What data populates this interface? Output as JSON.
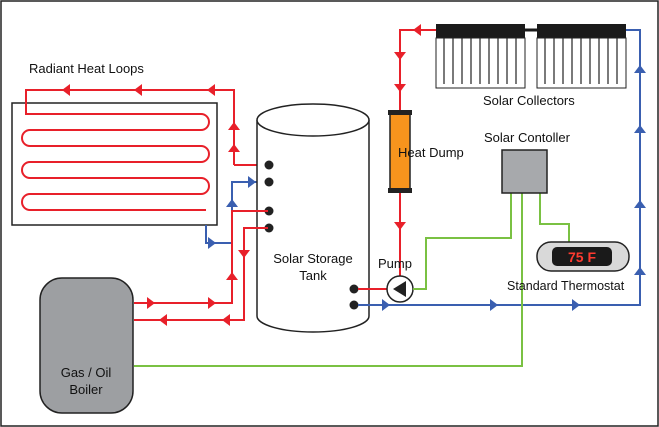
{
  "labels": {
    "radiant_heat_loops": "Radiant Heat Loops",
    "solar_collectors": "Solar Collectors",
    "heat_dump": "Heat Dump",
    "solar_controller": "Solar Contoller",
    "pump": "Pump",
    "solar_storage_tank_line1": "Solar Storage",
    "solar_storage_tank_line2": "Tank",
    "standard_thermostat": "Standard Thermostat",
    "boiler_line1": "Gas / Oil",
    "boiler_line2": "Boiler"
  },
  "thermostat": {
    "display": "75 F"
  },
  "colors": {
    "hot_pipe": "#e8202a",
    "cold_pipe": "#3a5fb0",
    "control_wire": "#7ac143",
    "heat_dump": "#f7941d",
    "controller": "#a7a9ac",
    "boiler": "#9d9fa2"
  }
}
